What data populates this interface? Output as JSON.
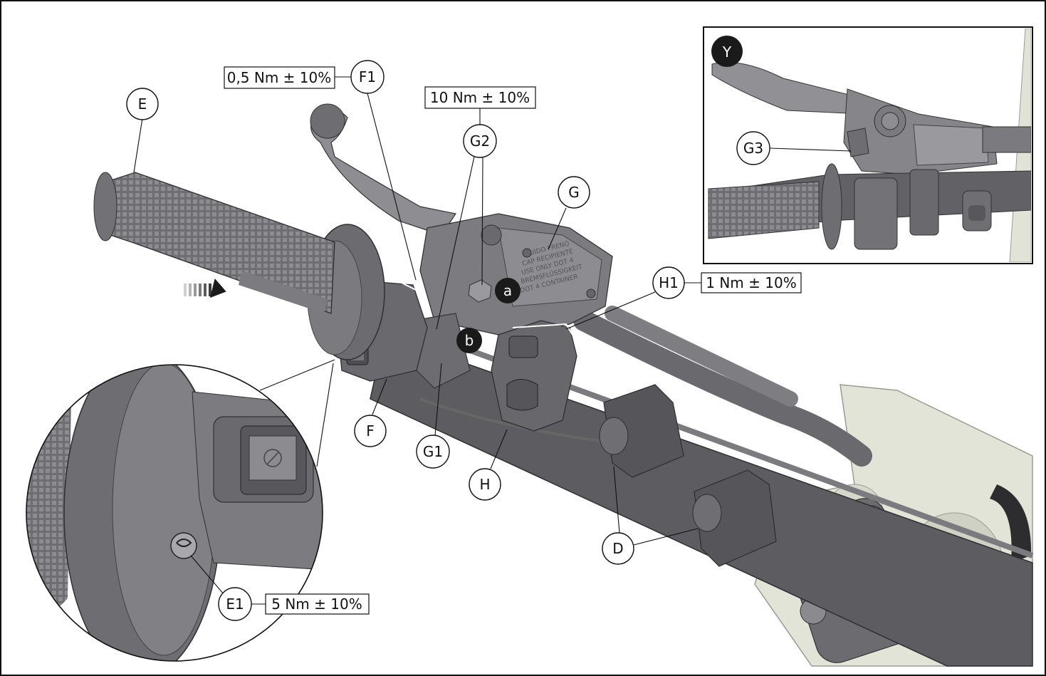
{
  "labels": {
    "E": "E",
    "F1": "F1",
    "G2": "G2",
    "G": "G",
    "H1": "H1",
    "F": "F",
    "G1": "G1",
    "H": "H",
    "D": "D",
    "E1": "E1",
    "G3": "G3",
    "Y": "Y",
    "a": "a",
    "b": "b"
  },
  "torques": {
    "f1": "0,5 Nm ± 10%",
    "g2": "10 Nm ± 10%",
    "h1": "1 Nm ± 10%",
    "e1": "5 Nm ± 10%"
  },
  "reservoir_text": [
    "FLUIDO FRENO",
    "CAP RECIPIENTE",
    "USE ONLY DOT 4",
    "BREMSFLÜSSIGKEIT",
    "DOT 4 CONTAINER"
  ],
  "colors": {
    "part": "#77777b",
    "part_dark": "#4f4f54",
    "part_light": "#a2a2a6",
    "bar": "#5c5c61",
    "bracket": "#d9dccf",
    "outline": "#111111"
  }
}
